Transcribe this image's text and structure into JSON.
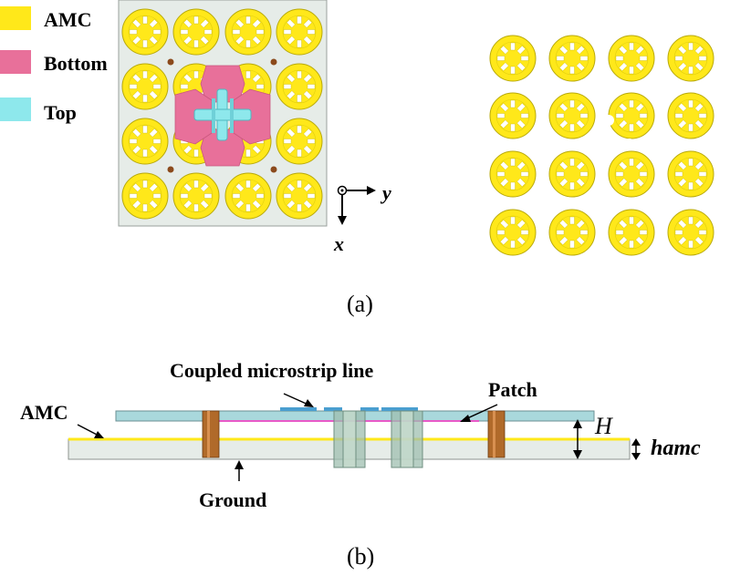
{
  "legend": {
    "items": [
      {
        "label": "AMC",
        "color": "#ffe81a"
      },
      {
        "label": "Bottom",
        "color": "#e8709a"
      },
      {
        "label": "Top",
        "color": "#8ee8ec"
      }
    ]
  },
  "axes": {
    "y_label": "y",
    "x_label": "x"
  },
  "captions": {
    "a": "(a)",
    "b": "(b)"
  },
  "side_view": {
    "coupled_label": "Coupled microstrip line",
    "patch_label": "Patch",
    "amc_label": "AMC",
    "ground_label": "Ground",
    "h_label": "H",
    "hamc_label": "hamc"
  },
  "colors": {
    "amc": "#ffe81a",
    "amc_edge": "#b8a90a",
    "bottom": "#e8709a",
    "top": "#8ee8ec",
    "substrate": "#e6ece8",
    "substrate_upper": "#a9d8dc",
    "via": "#b06a2a",
    "probe": "#9fbfb0"
  },
  "grid": {
    "rows": 4,
    "cols": 4
  }
}
